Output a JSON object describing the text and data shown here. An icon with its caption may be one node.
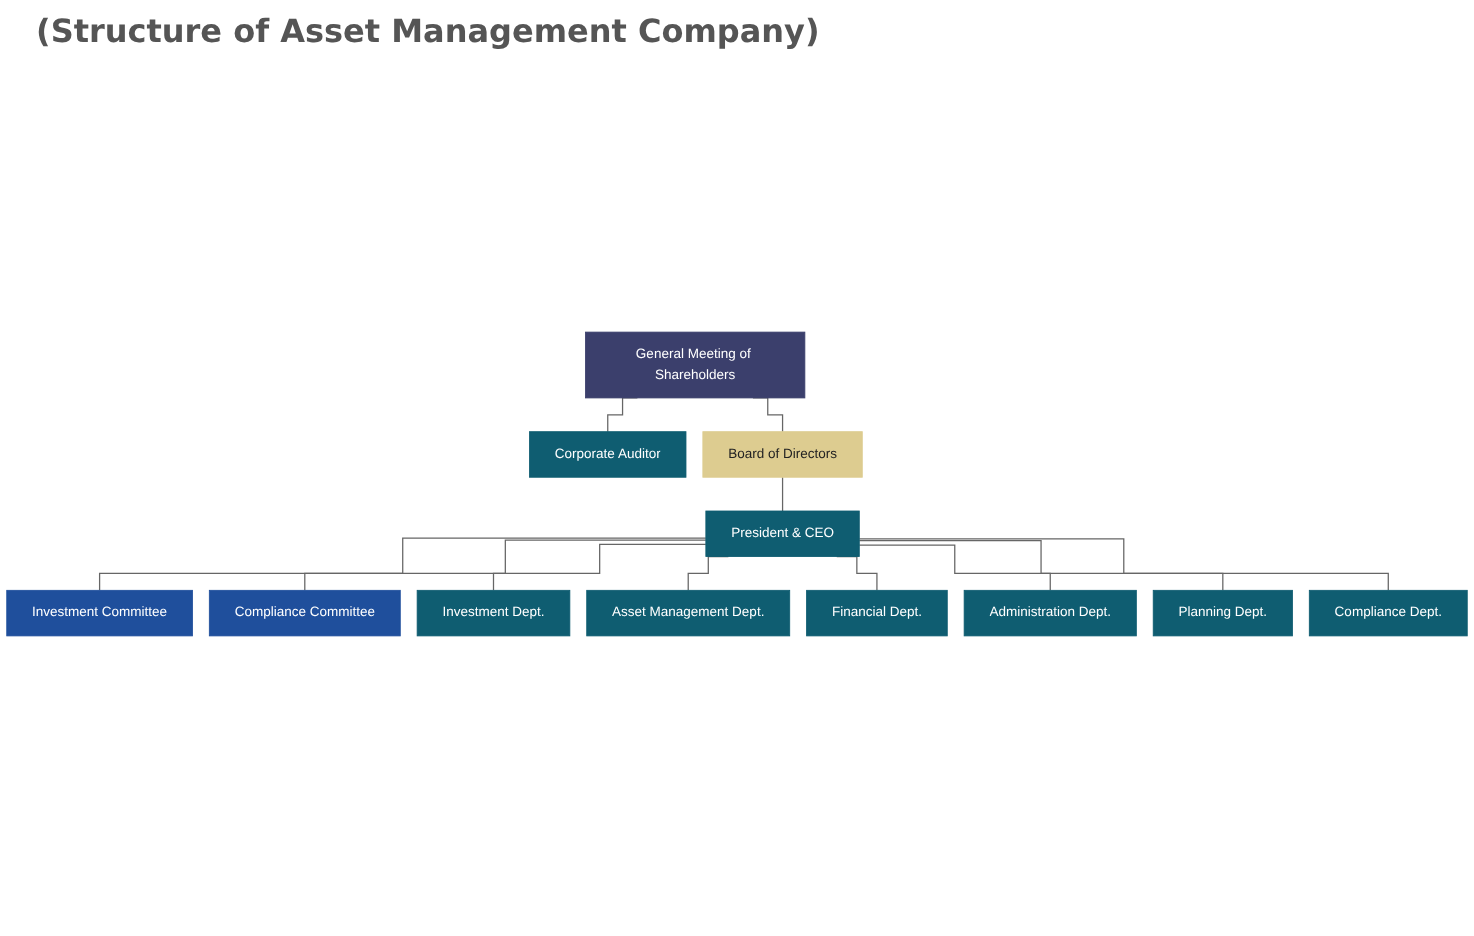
{
  "diagram": {
    "title": "(Structure of Asset Management Company)",
    "nodes": [
      {
        "text": [
          "General Meeting of Shareholders"
        ]
      },
      {
        "text": [
          "Corporate Auditor"
        ]
      },
      {
        "text": [
          "Board of Directors"
        ]
      },
      {
        "text": [
          "President & CEO"
        ]
      },
      {
        "text": [
          "Investment Committee"
        ]
      },
      {
        "text": [
          "Compliance Committee"
        ]
      },
      {
        "text": [
          "Investment Dept."
        ]
      },
      {
        "text": [
          "Asset Management Dept."
        ]
      },
      {
        "text": [
          "Financial Dept."
        ]
      },
      {
        "text": [
          "Administration Dept."
        ]
      },
      {
        "text": [
          "Planning Dept."
        ]
      },
      {
        "text": [
          "Compliance Dept."
        ]
      }
    ],
    "edges": [
      {
        "from": 0,
        "to": 1,
        "arrow": "none"
      },
      {
        "from": 0,
        "to": 2,
        "arrow": "none"
      },
      {
        "from": 2,
        "to": 3,
        "arrow": "none"
      },
      {
        "from": 3,
        "to": 4,
        "arrow": "none"
      },
      {
        "from": 3,
        "to": 5,
        "arrow": "none"
      },
      {
        "from": 3,
        "to": 6,
        "arrow": "none"
      },
      {
        "from": 3,
        "to": 7,
        "arrow": "none"
      },
      {
        "from": 3,
        "to": 8,
        "arrow": "none"
      },
      {
        "from": 3,
        "to": 9,
        "arrow": "none"
      },
      {
        "from": 3,
        "to": 10,
        "arrow": "none"
      },
      {
        "from": 3,
        "to": 11,
        "arrow": "none"
      }
    ]
  }
}
